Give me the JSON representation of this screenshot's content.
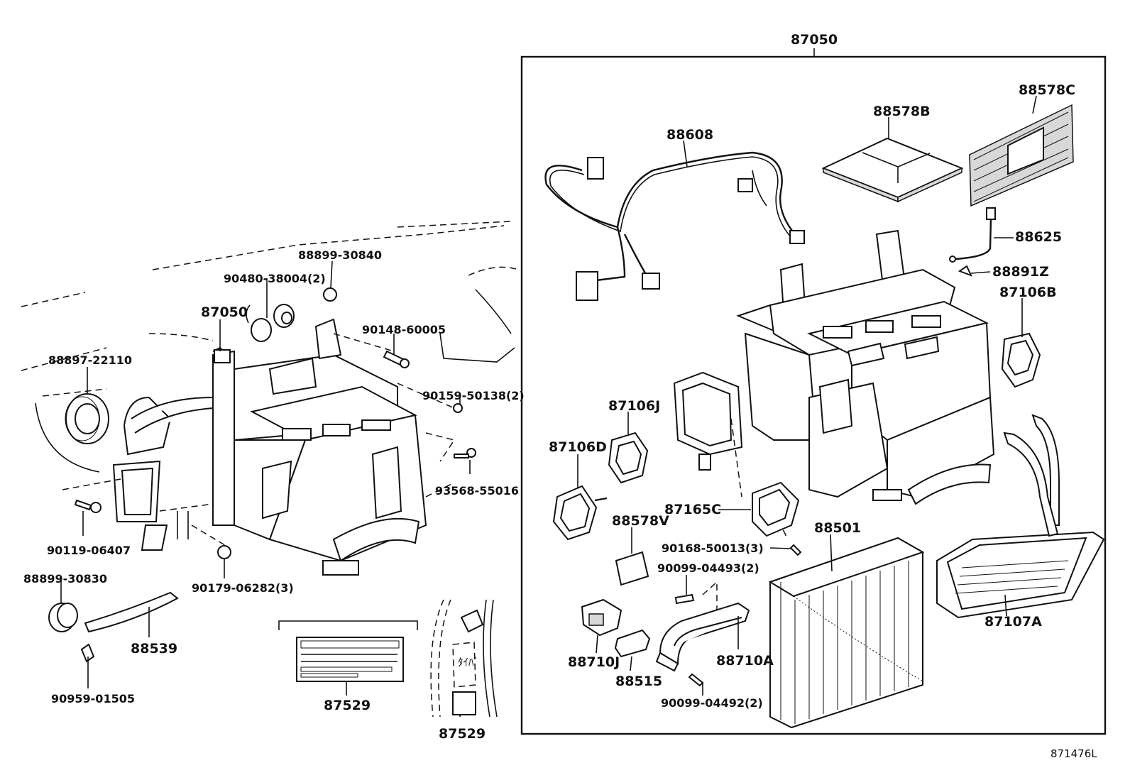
{
  "diagram": {
    "reference_code": "871476L",
    "left_group": {
      "labels": {
        "assembly": "87050",
        "bolt_top": "88899-30840",
        "grommet": "90480-38004(2)",
        "bolt_right": "90148-60005",
        "seal": "88897-22110",
        "screw_right": "90159-50138(2)",
        "bolt_mid": "93568-55016",
        "bolt_left": "90119-06407",
        "grommet_bottom_left": "88899-30830",
        "nut_bottom": "90179-06282(3)",
        "hose": "88539",
        "clamp": "90959-01505",
        "caution_label": "87529",
        "sticker": "87529"
      }
    },
    "right_group": {
      "labels": {
        "assembly": "87050",
        "wire_harness": "88608",
        "filter_b": "88578B",
        "filter_c": "88578C",
        "thermistor": "88625",
        "clip": "88891Z",
        "servo_b": "87106B",
        "servo_j": "87106J",
        "servo_d": "87106D",
        "servo_c": "87165C",
        "screw_servo": "90168-50013(3)",
        "evaporator": "88501",
        "pad": "88578V",
        "bolt_upper": "90099-04493(2)",
        "expansion_valve_j": "88710J",
        "valve": "88515",
        "tube": "88710A",
        "bolt_lower": "90099-04492(2)",
        "heater_core": "87107A"
      }
    }
  }
}
